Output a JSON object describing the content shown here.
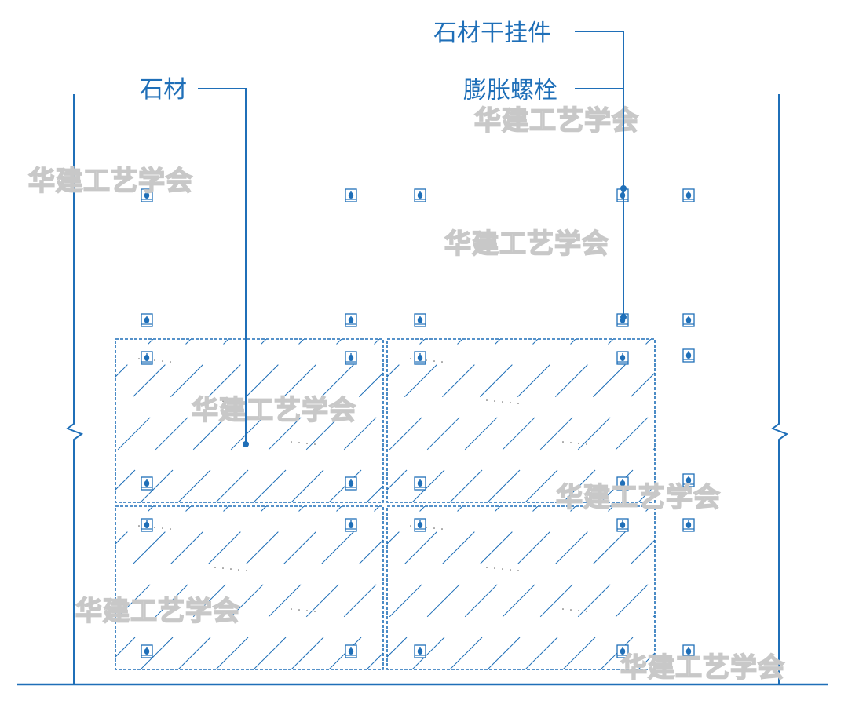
{
  "labels": {
    "stone": "石材",
    "dry_hanging_fitting": "石材干挂件",
    "expansion_bolt": "膨胀螺栓"
  },
  "watermark": "华建工艺学会",
  "colors": {
    "line": "#1f6fb8",
    "watermark_outline": "#c8c8c8",
    "background": "#ffffff"
  },
  "layout_counts": {
    "stone_panels": 4,
    "panel_rows": 2,
    "panel_columns": 2
  }
}
